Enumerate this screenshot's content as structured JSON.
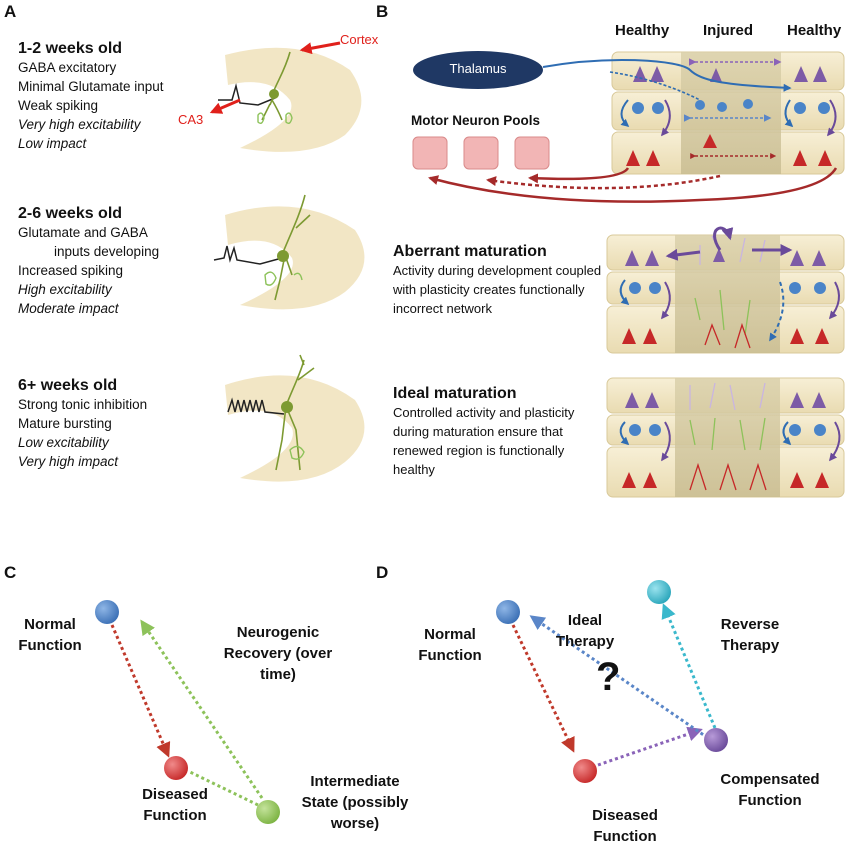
{
  "panels": {
    "A": {
      "letter": "A",
      "labels": {
        "cortex": "Cortex",
        "ca3": "CA3"
      },
      "stages": [
        {
          "title": "1-2 weeks old",
          "lines": [
            {
              "text": "GABA excitatory",
              "italic": false
            },
            {
              "text": "Minimal Glutamate input",
              "italic": false
            },
            {
              "text": "Weak spiking",
              "italic": false
            },
            {
              "text": "Very high excitability",
              "italic": true
            },
            {
              "text": "Low impact",
              "italic": true
            }
          ]
        },
        {
          "title": "2-6 weeks old",
          "lines": [
            {
              "text": "Glutamate and GABA",
              "italic": false
            },
            {
              "text": "inputs developing",
              "italic": false
            },
            {
              "text": "Increased spiking",
              "italic": false
            },
            {
              "text": "High excitability",
              "italic": true
            },
            {
              "text": "Moderate impact",
              "italic": true
            }
          ]
        },
        {
          "title": "6+ weeks old",
          "lines": [
            {
              "text": "Strong tonic inhibition",
              "italic": false
            },
            {
              "text": "Mature bursting",
              "italic": false
            },
            {
              "text": "Low excitability",
              "italic": true
            },
            {
              "text": "Very high impact",
              "italic": true
            }
          ]
        }
      ]
    },
    "B": {
      "letter": "B",
      "column_headers": [
        "Healthy",
        "Injured",
        "Healthy"
      ],
      "thalamus": "Thalamus",
      "motor_pools": "Motor Neuron Pools",
      "aberrant": {
        "title": "Aberrant maturation",
        "text": "Activity during development coupled with plasticity creates functionally incorrect network"
      },
      "ideal": {
        "title": "Ideal maturation",
        "text": "Controlled activity and plasticity during maturation ensure that renewed  region is functionally healthy"
      }
    },
    "C": {
      "letter": "C",
      "normal": "Normal Function",
      "diseased": "Diseased Function",
      "recovery": "Neurogenic Recovery (over time)",
      "intermediate": "Intermediate State (possibly worse)"
    },
    "D": {
      "letter": "D",
      "normal": "Normal Function",
      "ideal_therapy": "Ideal Therapy",
      "question": "?",
      "reverse_therapy": "Reverse Therapy",
      "compensated": "Compensated Function",
      "diseased": "Diseased Function"
    }
  },
  "colors": {
    "red_arrow": "#e0201b",
    "thalamus": "#1f3864",
    "tissue": "#f3e8c8",
    "pool": "#f2b5b5",
    "dark_red": "#a52a2a",
    "blue_node": "#4a84c8",
    "red_node": "#d63a3a",
    "green_node": "#8dc25a",
    "purple_node": "#7d5ba6",
    "cyan_node": "#3ab8cc"
  }
}
